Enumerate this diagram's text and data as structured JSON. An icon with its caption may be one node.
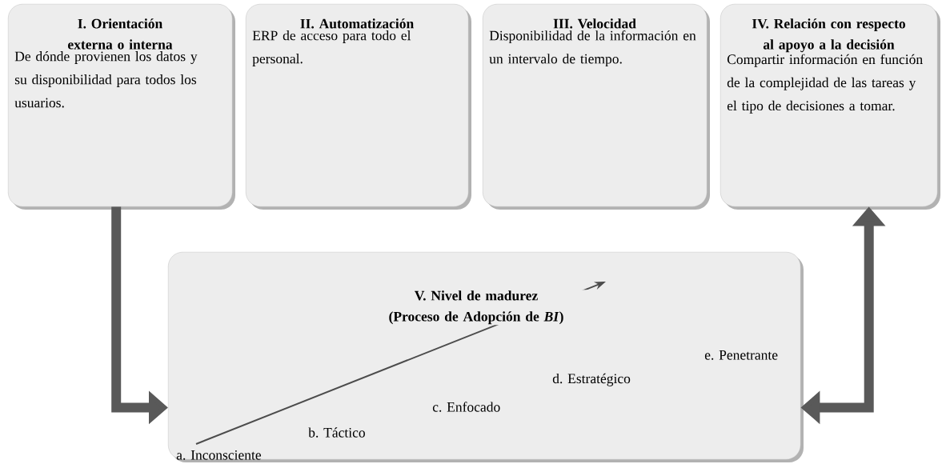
{
  "diagram": {
    "nodes": [
      {
        "text": [
          "I. Orientación externa o interna",
          "De dónde provienen los datos y su disponibilidad para todos los usuarios."
        ]
      },
      {
        "text": [
          "II. Automatización",
          "ERP de acceso para todo el personal."
        ]
      },
      {
        "text": [
          "III. Velocidad",
          "Disponibilidad de la información en un intervalo de tiempo."
        ]
      },
      {
        "text": [
          "IV. Relación con respecto al apoyo a la decisión",
          "Compartir información en función de la complejidad de las tareas y el tipo de decisiones a tomar."
        ]
      },
      {
        "text": [
          "V. Nivel de madurez (Proceso de Adopción de *BI*)",
          "a. Inconsciente",
          "b. Táctico",
          "c. Enfocado",
          "d. Estratégico",
          "e. Penetrante"
        ]
      }
    ],
    "edges": [
      {
        "from": 0,
        "to": 4,
        "arrow": "to"
      },
      {
        "from": 4,
        "to": 3,
        "arrow": "both"
      }
    ]
  }
}
